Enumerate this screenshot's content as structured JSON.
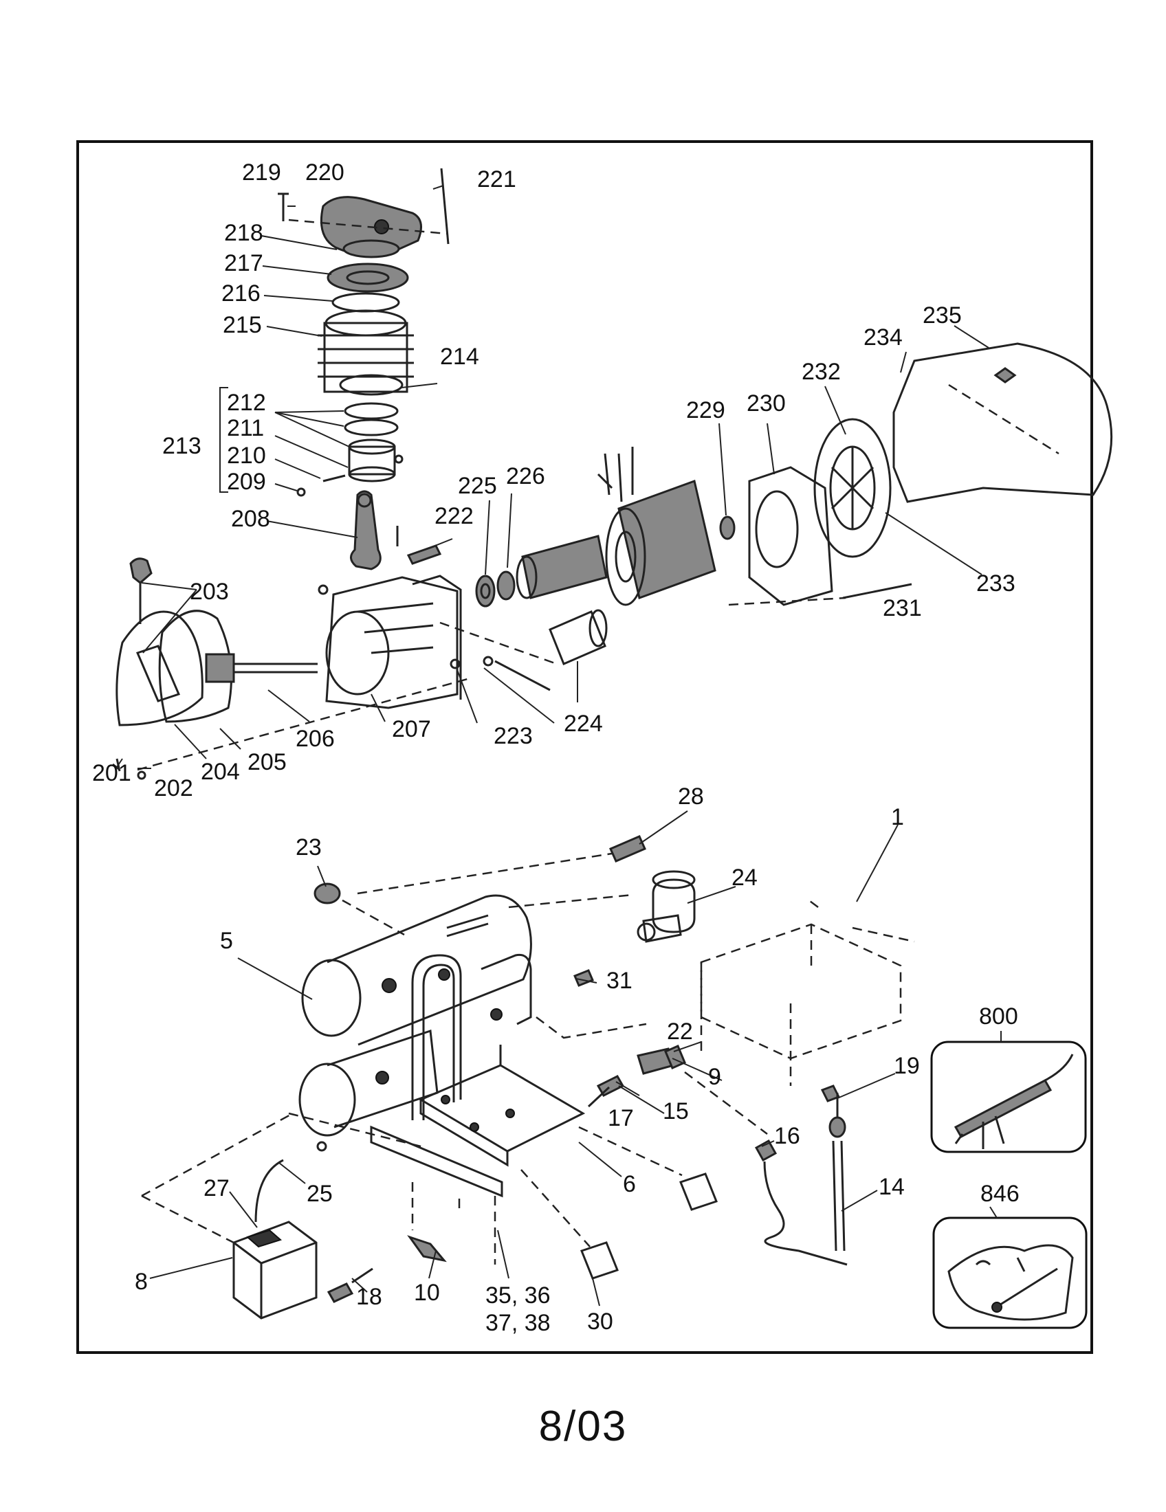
{
  "labels": {
    "p1": "1",
    "p5": "5",
    "p6": "6",
    "p8": "8",
    "p9": "9",
    "p10": "10",
    "p14": "14",
    "p15": "15",
    "p16": "16",
    "p17": "17",
    "p18": "18",
    "p19": "19",
    "p22": "22",
    "p23": "23",
    "p24": "24",
    "p25": "25",
    "p27": "27",
    "p28": "28",
    "p30": "30",
    "p31": "31",
    "p35": "35, 36",
    "p37": "37, 38",
    "p201": "201",
    "p202": "202",
    "p203": "203",
    "p204": "204",
    "p205": "205",
    "p206": "206",
    "p207": "207",
    "p208": "208",
    "p209": "209",
    "p210": "210",
    "p211": "211",
    "p212": "212",
    "p213": "213",
    "p214": "214",
    "p215": "215",
    "p216": "216",
    "p217": "217",
    "p218": "218",
    "p219": "219",
    "p220": "220",
    "p221": "221",
    "p222": "222",
    "p223": "223",
    "p224": "224",
    "p225": "225",
    "p226": "226",
    "p229": "229",
    "p230": "230",
    "p231": "231",
    "p232": "232",
    "p233": "233",
    "p234": "234",
    "p235": "235",
    "p800": "800",
    "p846": "846"
  },
  "footer": "8/03"
}
